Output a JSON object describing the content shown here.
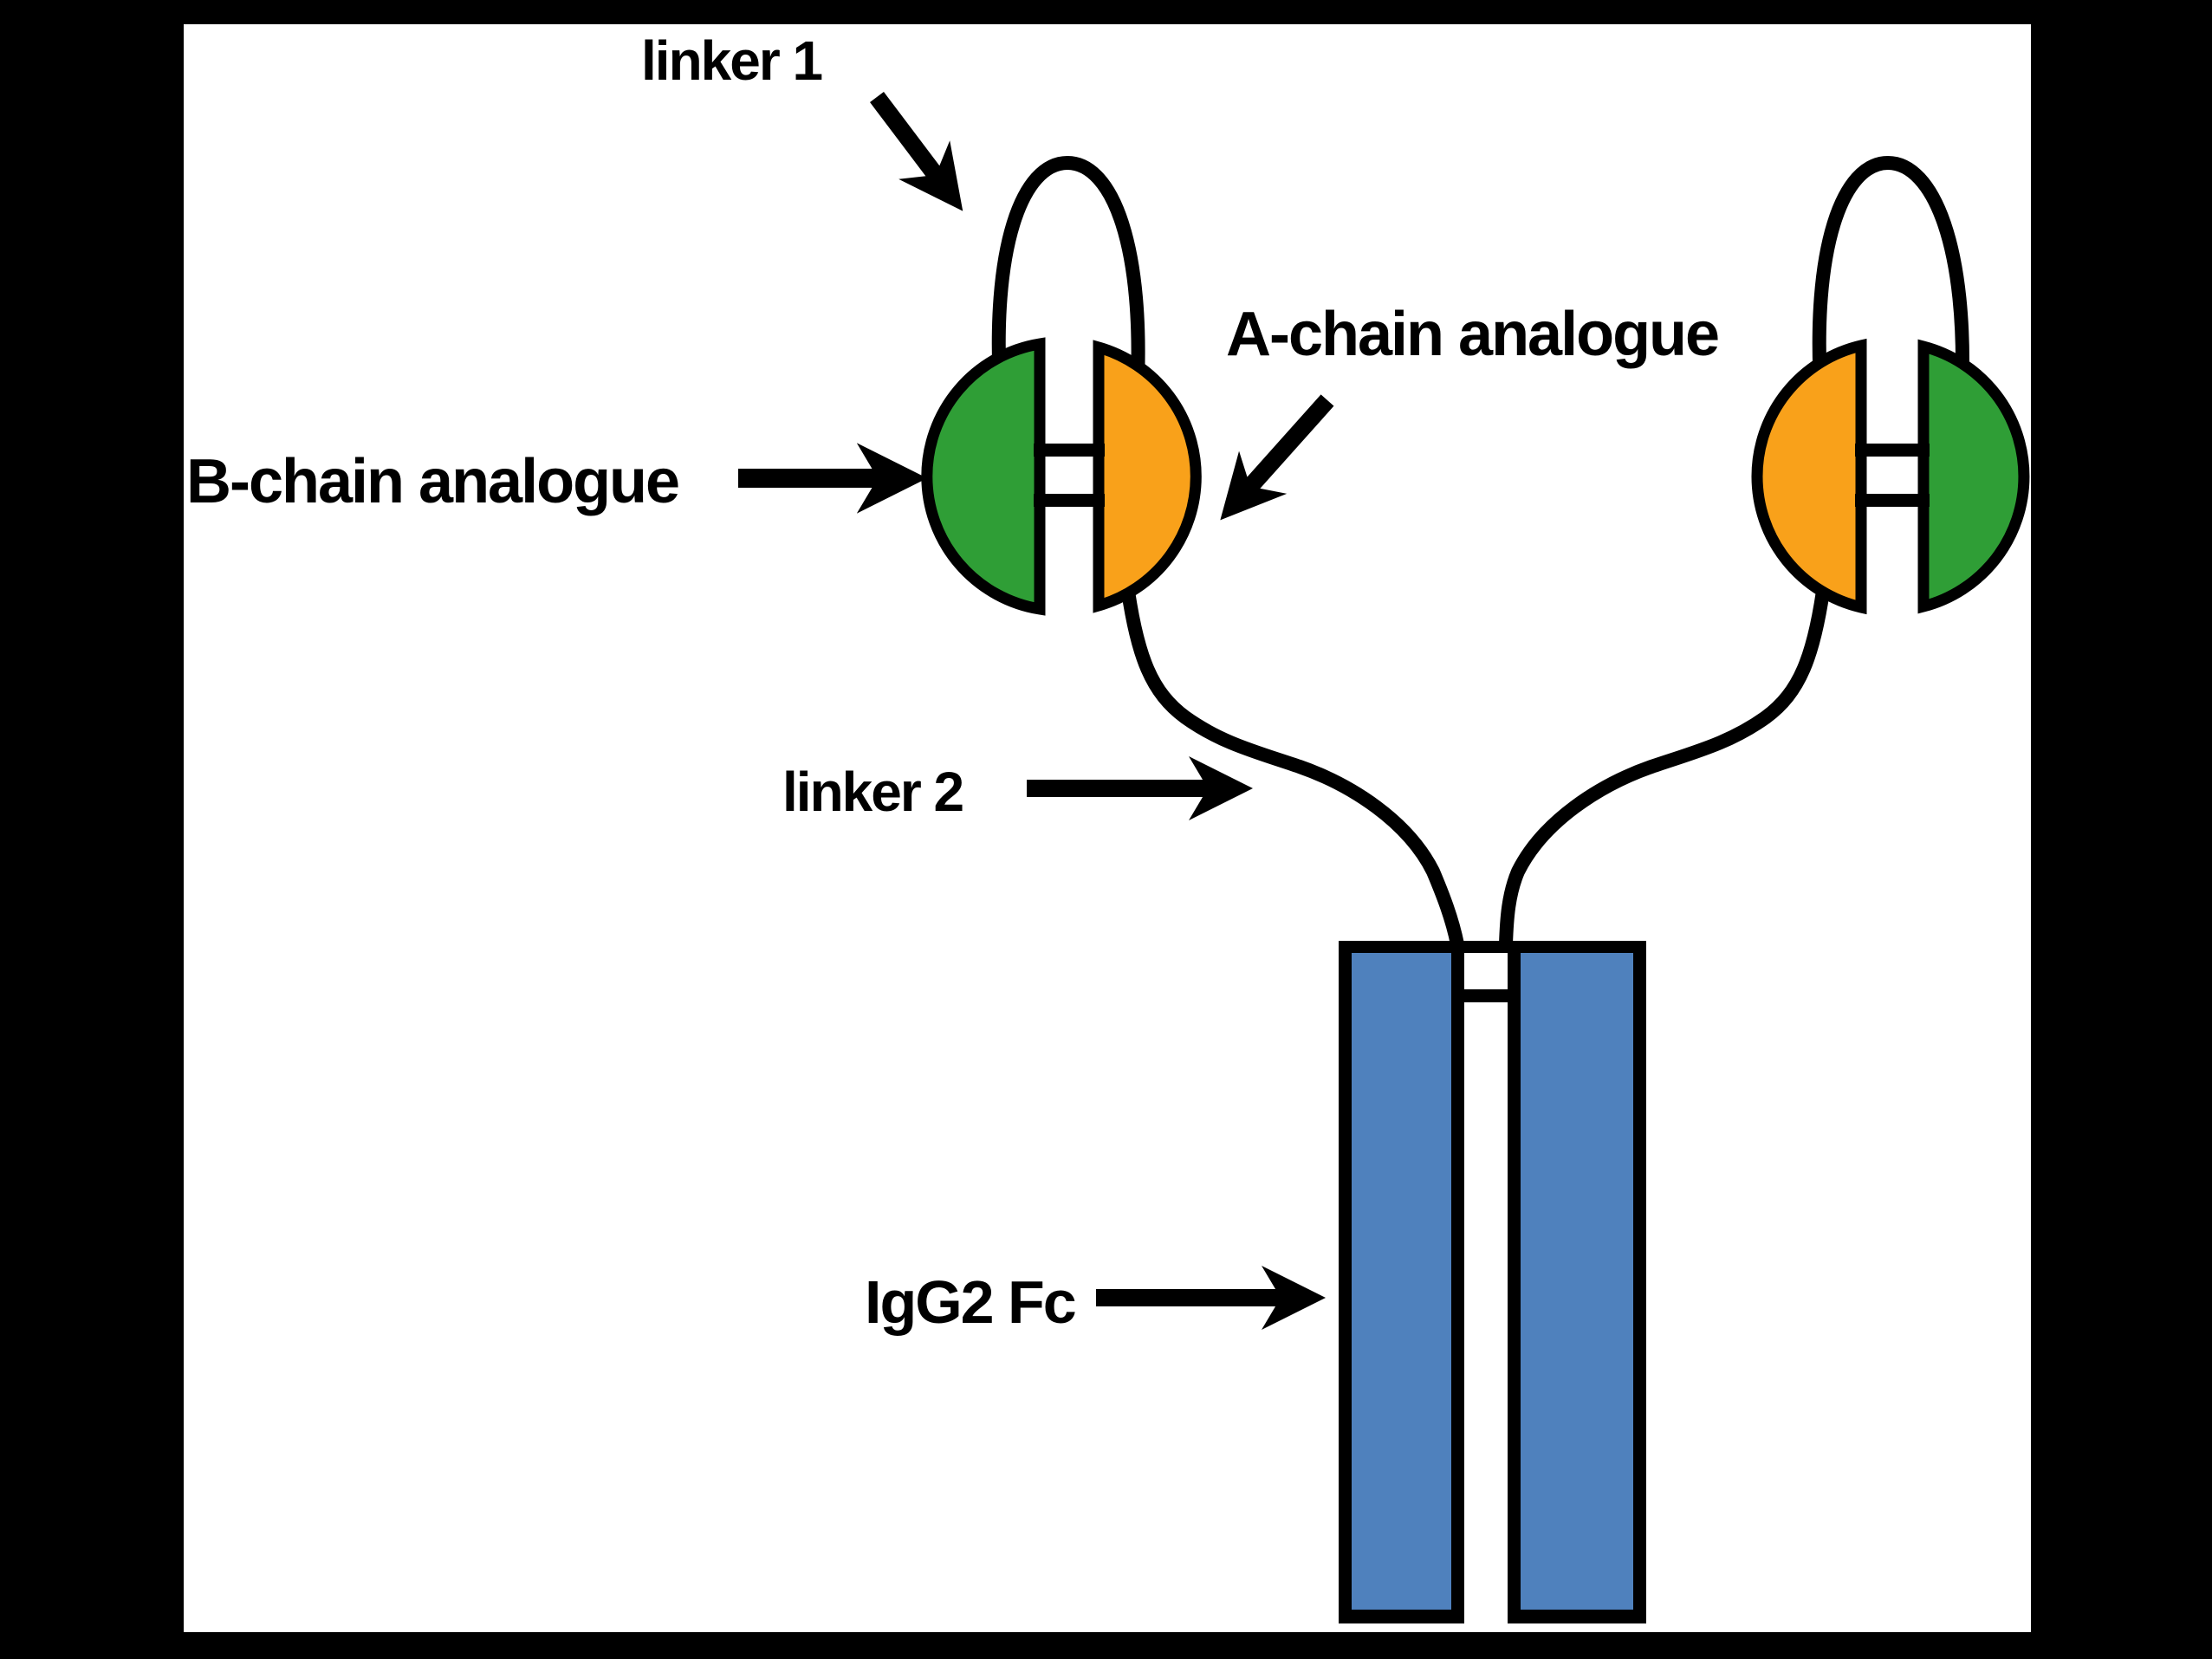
{
  "figure": {
    "background_color": "#000000",
    "canvas_color": "#ffffff",
    "labels": {
      "linker1": "linker 1",
      "a_chain": "A-chain analogue",
      "b_chain": "B-chain analogue",
      "linker2": "linker 2",
      "igg2_fc": "IgG2 Fc"
    },
    "colors": {
      "green": "#2F9E36",
      "orange": "#F9A11A",
      "blue": "#4F81BD",
      "line": "#000000"
    },
    "structure": {
      "lollipop_count": 2,
      "fc_chain_count": 2,
      "disulfide_bars_per_lollipop": 2
    }
  }
}
